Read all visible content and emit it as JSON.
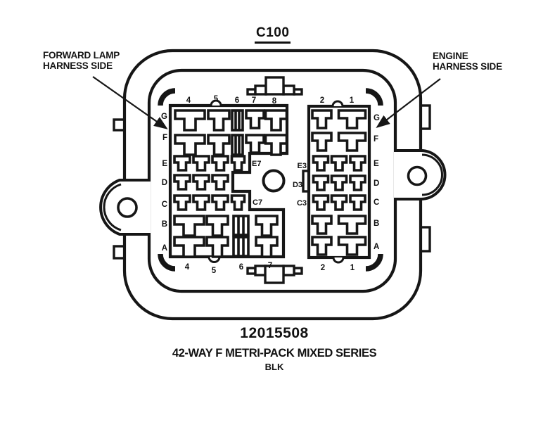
{
  "title": "C100",
  "callouts": {
    "left": {
      "line1": "FORWARD LAMP",
      "line2": "HARNESS SIDE"
    },
    "right": {
      "line1": "ENGINE",
      "line2": "HARNESS SIDE"
    }
  },
  "connector": {
    "left_block": {
      "row_labels": [
        "G",
        "F",
        "E",
        "D",
        "C",
        "B",
        "A"
      ],
      "top_columns": [
        "4",
        "5",
        "6",
        "7",
        "8"
      ],
      "bottom_columns": [
        "4",
        "5",
        "6",
        "7"
      ],
      "cavity_labels": {
        "e7": "E7",
        "c7": "C7"
      }
    },
    "right_block": {
      "row_labels": [
        "G",
        "F",
        "E",
        "D",
        "C",
        "B",
        "A"
      ],
      "top_columns": [
        "2",
        "1"
      ],
      "bottom_columns": [
        "2",
        "1"
      ],
      "cavity_labels": {
        "e3": "E3",
        "d3": "D3",
        "c3": "C3"
      }
    }
  },
  "footer": {
    "part_number": "12015508",
    "series": "42-WAY F METRI-PACK MIXED SERIES",
    "color": "BLK"
  },
  "colors": {
    "line": "#161616",
    "background": "#ffffff"
  }
}
